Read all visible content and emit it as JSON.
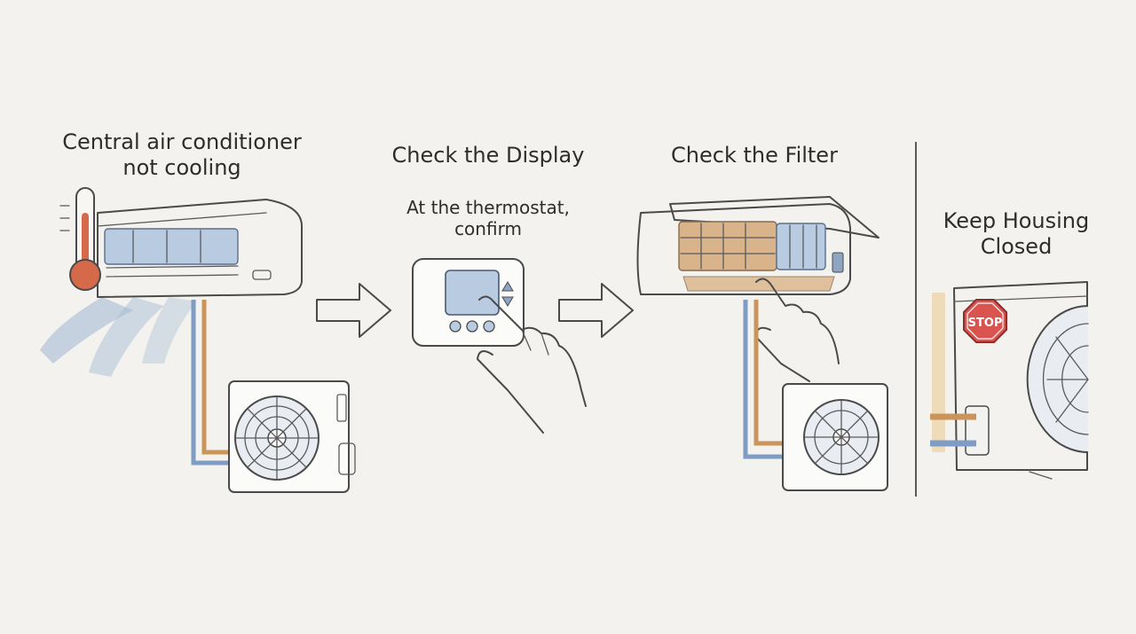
{
  "panels": [
    {
      "title_lines": [
        "Central air conditioner",
        "not cooling"
      ],
      "caption_lines": []
    },
    {
      "title_lines": [
        "Check the Display"
      ],
      "caption_lines": [
        "At the thermostat,",
        "confirm"
      ]
    },
    {
      "title_lines": [
        "Check the Filter"
      ],
      "caption_lines": []
    },
    {
      "title_lines": [
        "Keep Housing",
        "Closed"
      ],
      "caption_lines": []
    }
  ],
  "stop_sign": {
    "text": "STOP",
    "color": "#d9534f"
  },
  "colors": {
    "background": "#f3f2ee",
    "ink": "#4a4a4a",
    "airflow_blue": "#9fb7d2",
    "copper_pipe": "#c9955a",
    "blue_pipe": "#7f9cc4",
    "filter_dirty": "#d9b48a",
    "thermometer_red": "#d46a4a"
  },
  "icons": [
    "thermometer-icon",
    "arrow-right-icon",
    "hand-icon",
    "fan-icon",
    "stop-sign-icon"
  ]
}
